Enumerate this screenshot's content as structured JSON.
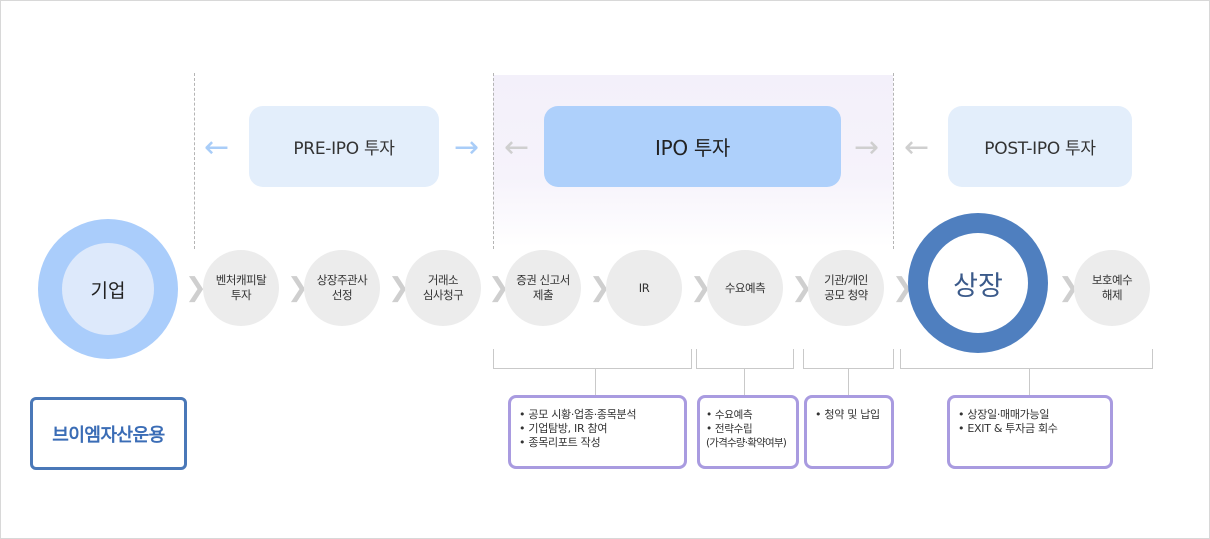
{
  "phases": {
    "pre_ipo": "PRE-IPO 투자",
    "ipo": "IPO 투자",
    "post_ipo": "POST-IPO 투자"
  },
  "arrows": {
    "left": "←",
    "right": "→"
  },
  "chevron": "❯",
  "company": "기업",
  "listing": "상장",
  "steps": [
    "벤처캐피탈\n투자",
    "상장주관사\n선정",
    "거래소\n심사청구",
    "증권 신고서\n제출",
    "IR",
    "수요예측",
    "기관/개인\n공모 청약",
    "보호예수\n해제"
  ],
  "notes": {
    "ir": [
      "• 공모 시황·업종·종목분석",
      "• 기업탐방, IR 참여",
      "• 종목리포트 작성"
    ],
    "demand": [
      "• 수요예측",
      "• 전략수립",
      "(가격수량·확약여부)"
    ],
    "subscription": [
      "• 청약 및 납입"
    ],
    "listing": [
      "• 상장일·매매가능일",
      "• EXIT & 투자금 회수"
    ]
  },
  "company_name": "브이엠자산운용",
  "colors": {
    "phase_light": "#e3eefb",
    "phase_main": "#aed0fb",
    "arrow_blue": "#a9cdf8",
    "arrow_gray": "#cfcfcf",
    "note_border": "#a99be0",
    "brand_blue": "#4a78b8"
  }
}
